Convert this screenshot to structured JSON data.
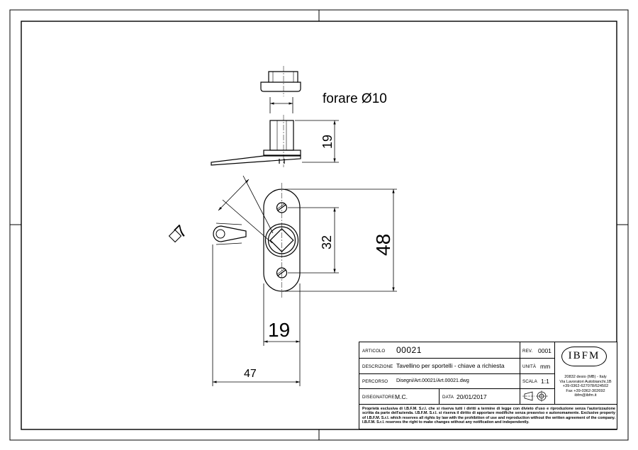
{
  "drawing": {
    "note_hole": "forare Ø10",
    "dim_square": "7",
    "dim_height_total": "48",
    "dim_hole_spacing": "32",
    "dim_width": "19",
    "dim_length": "47",
    "dim_thickness": "19"
  },
  "title_block": {
    "articolo_label": "ARTICOLO",
    "articolo_value": "00021",
    "rev_label": "REV.",
    "rev_value": "0001",
    "descrizione_label": "DESCRIZIONE",
    "descrizione_value": "Tavellino per sportelli - chiave a richiesta",
    "unita_label": "UNITÀ",
    "unita_value": "mm",
    "percorso_label": "PERCORSO",
    "percorso_value": "Disegni/Art.00021/Art.00021.dwg",
    "scala_label": "SCALA",
    "scala_value": "1:1",
    "disegnatore_label": "DISEGNATORE",
    "disegnatore_value": "M.C.",
    "data_label": "DATA",
    "data_value": "20/01/2017",
    "logo_text": "IBFM",
    "address_lines": [
      "20832 desio (MB) - Italy",
      "Via Lavoratori Autobianchi,1B",
      "+39-0362-627078/624502",
      "Fax +39-0362-302692",
      "ibfm@ibfm.it"
    ],
    "notes": "Proprietà esclusiva di I.B.F.M. S.r.l. che si riserva tutti i diritti a termine di legge con divieto d'uso e riproduzione senza l'autorizzazione scritta da parte dell'azienda. I.B.F.M. S.r.l. si riserva il diritto di apportare modifiche senza preavviso e autonomamente. Exclusive property of I.B.F.M. S.r.l. which reserves all rights by law with the prohibition of use and reproduction without the written agreement of the company. I.B.F.M. S.r.l. reserves the right to make changes without any notification and independently."
  },
  "colors": {
    "line": "#000000",
    "background": "#ffffff"
  }
}
